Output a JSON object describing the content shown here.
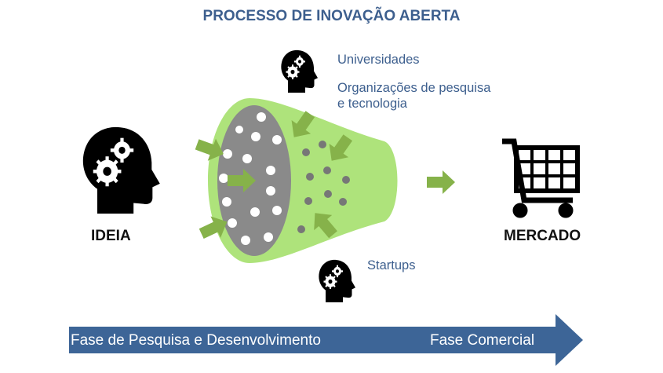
{
  "title": "PROCESSO DE INOVAÇÃO ABERTA",
  "sources": {
    "universities": "Universidades",
    "research_orgs_line1": "Organizações de pesquisa",
    "research_orgs_line2": "e tecnologia",
    "startups": "Startups"
  },
  "idea_label": "IDEIA",
  "market_label": "MERCADO",
  "phases": {
    "rd": "Fase de Pesquisa e Desenvolvimento",
    "commercial": "Fase Comercial"
  },
  "colors": {
    "title": "#3d5f8e",
    "green_light": "#aee37b",
    "green_arrow": "#86b24a",
    "gray": "#8a8a8a",
    "phase_bar": "#3d6597"
  }
}
